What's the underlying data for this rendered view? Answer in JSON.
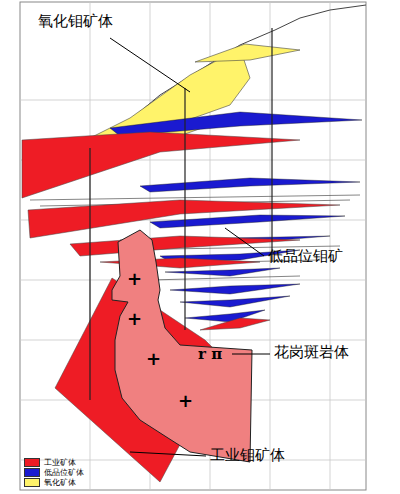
{
  "diagram": {
    "labels": [
      "氧化钼矿体",
      "低品位钼矿",
      "花岗斑岩体",
      "工业钼矿体",
      "+",
      "+",
      "+",
      "+",
      "r π"
    ],
    "legend": [
      {
        "text": "工业矿体",
        "color": "#ee1c25"
      },
      {
        "text": "低品位矿体",
        "color": "#1a1ad0"
      },
      {
        "text": "氧化矿体",
        "color": "#fff36a"
      }
    ]
  }
}
